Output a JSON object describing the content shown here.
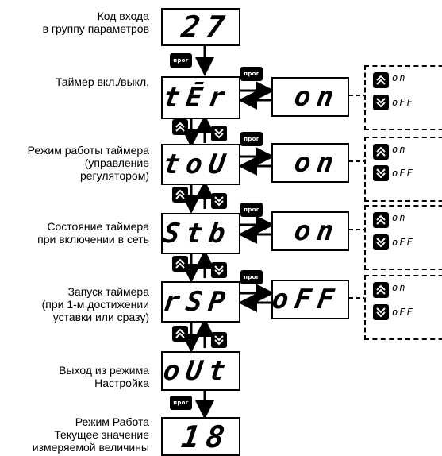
{
  "labels": {
    "entry_code": "Код входа\nв группу параметров",
    "timer_onoff": "Таймер вкл./выкл.",
    "timer_mode": "Режим работы таймера\n(управление\nрегулятором)",
    "timer_state": "Состояние таймера\nпри включении в сеть",
    "timer_start": "Запуск таймера\n(при 1-м достижении\nуставки или сразу)",
    "exit_setup": "Выход из режима\nНастройка",
    "work_mode": "Режим Работа\nТекущее значение\nизмеряемой величины"
  },
  "displays": {
    "entry_code": "27",
    "timer_onoff": "tĒr",
    "timer_mode": "toU",
    "timer_state": "Stb",
    "timer_start": "rSP",
    "exit_setup": "oUt",
    "work_mode": "18"
  },
  "values": {
    "timer_onoff": "on",
    "timer_mode": "on",
    "timer_state": "on",
    "timer_start": "oFF"
  },
  "prog_label": "прог",
  "options": {
    "on": "on",
    "off": "oFF"
  },
  "icons": {
    "up": "double-chevron-up-icon",
    "down": "double-chevron-down-icon"
  }
}
